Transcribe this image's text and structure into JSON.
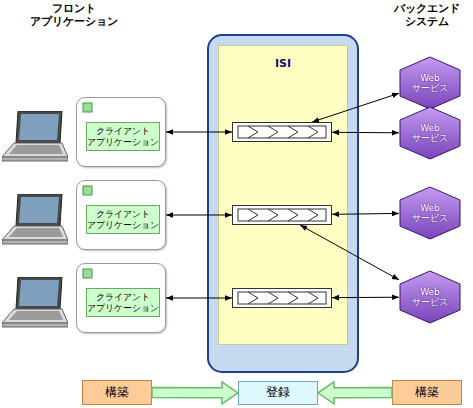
{
  "diagram": {
    "nodes": [
      {
        "text": [
          "クライアント アプリケーション"
        ]
      },
      {
        "text": [
          "クライアント アプリケーション"
        ]
      },
      {
        "text": [
          "クライアント アプリケーション"
        ]
      },
      {
        "text": [
          "ISI"
        ]
      },
      {
        "text": [],
        "in": 3
      },
      {
        "text": [],
        "in": 3
      },
      {
        "text": [],
        "in": 3
      },
      {
        "text": [
          "Web サービス"
        ]
      },
      {
        "text": [
          "Web サービス"
        ]
      },
      {
        "text": [
          "Web サービス"
        ]
      },
      {
        "text": [
          "Web サービス"
        ]
      },
      {
        "text": [
          "構築"
        ]
      },
      {
        "text": [
          "登録"
        ]
      },
      {
        "text": [
          "構築"
        ]
      }
    ],
    "edges": [
      {
        "from": 0,
        "to": 4,
        "arrow": "both"
      },
      {
        "from": 1,
        "to": 5,
        "arrow": "both"
      },
      {
        "from": 2,
        "to": 6,
        "arrow": "both"
      },
      {
        "from": 4,
        "to": 7,
        "arrow": "both"
      },
      {
        "from": 4,
        "to": 8,
        "arrow": "both"
      },
      {
        "from": 5,
        "to": 9,
        "arrow": "both"
      },
      {
        "from": 5,
        "to": 10,
        "arrow": "both"
      },
      {
        "from": 6,
        "to": 10,
        "arrow": "both"
      },
      {
        "from": 11,
        "to": 12,
        "arrow": "to"
      },
      {
        "from": 13,
        "to": 12,
        "arrow": "to"
      }
    ],
    "labels": [
      "フロント アプリケーション",
      "バックエンド システム"
    ]
  }
}
